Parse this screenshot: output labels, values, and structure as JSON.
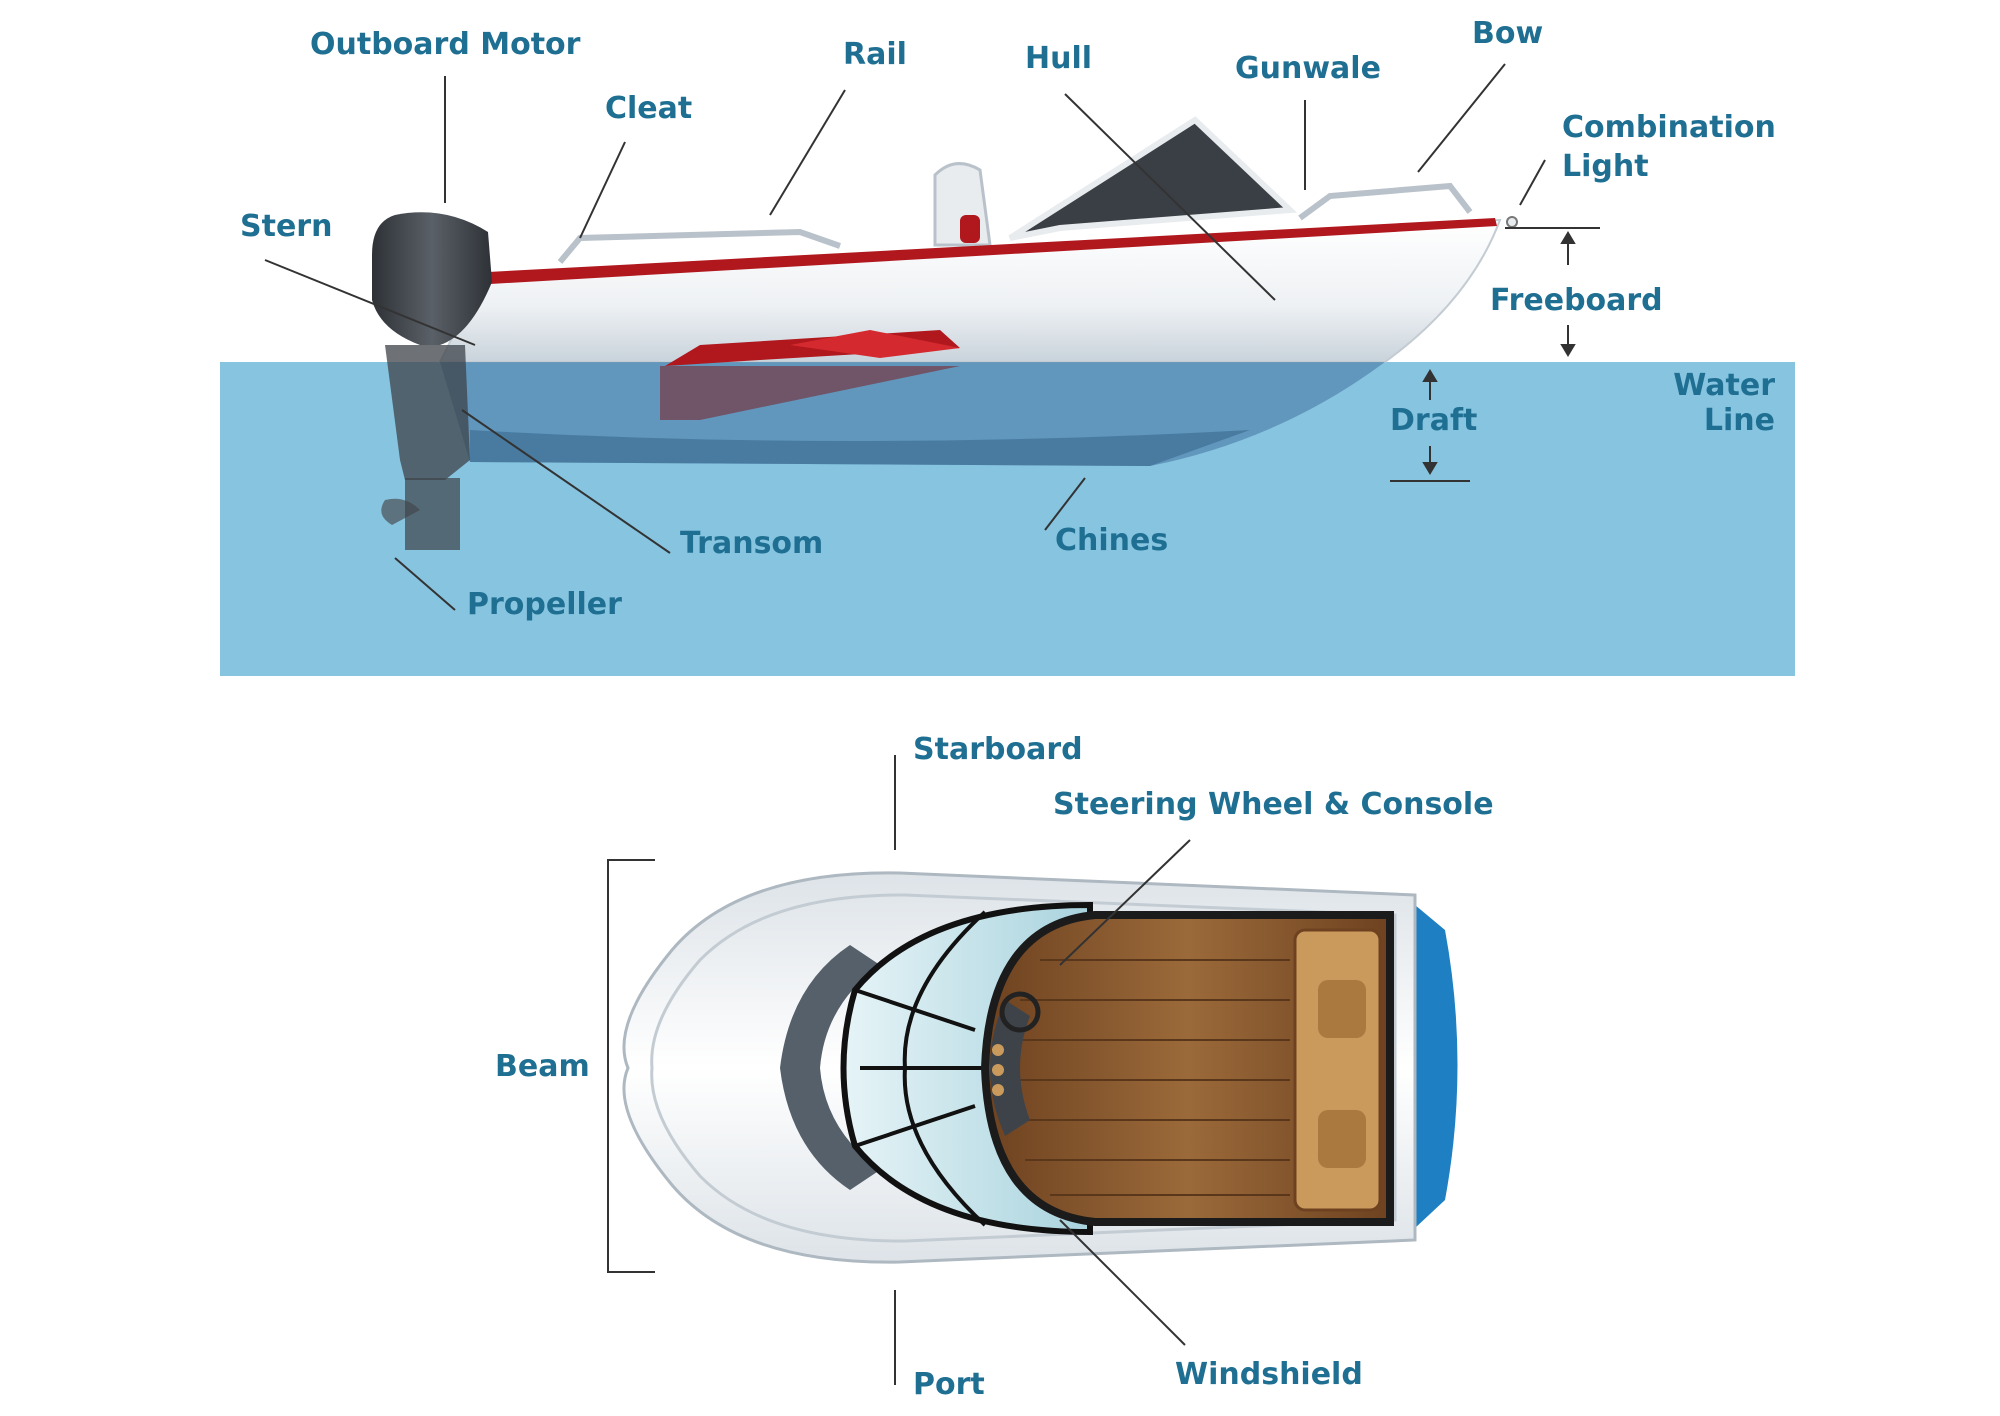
{
  "colors": {
    "label": "#1f6f93",
    "water": "#86c4e0",
    "hull_white": "#f2f4f6",
    "hull_shade": "#c9d3db",
    "accent_red": "#b0181e",
    "motor": "#3e4349",
    "deck_wood": "#8a5a2e",
    "deck_light": "#c99a5b",
    "glass": "#cde8ee",
    "stern_blue": "#1e7fc2",
    "leader": "#333333"
  },
  "labels": {
    "outboard_motor": "Outboard Motor",
    "rail": "Rail",
    "hull": "Hull",
    "gunwale": "Gunwale",
    "bow": "Bow",
    "combination_light_1": "Combination",
    "combination_light_2": "Light",
    "cleat": "Cleat",
    "stern": "Stern",
    "freeboard": "Freeboard",
    "water_line_1": "Water",
    "water_line_2": "Line",
    "draft": "Draft",
    "transom": "Transom",
    "chines": "Chines",
    "propeller": "Propeller",
    "starboard": "Starboard",
    "steering_wheel_console": "Steering Wheel & Console",
    "beam": "Beam",
    "port": "Port",
    "windshield": "Windshield"
  }
}
